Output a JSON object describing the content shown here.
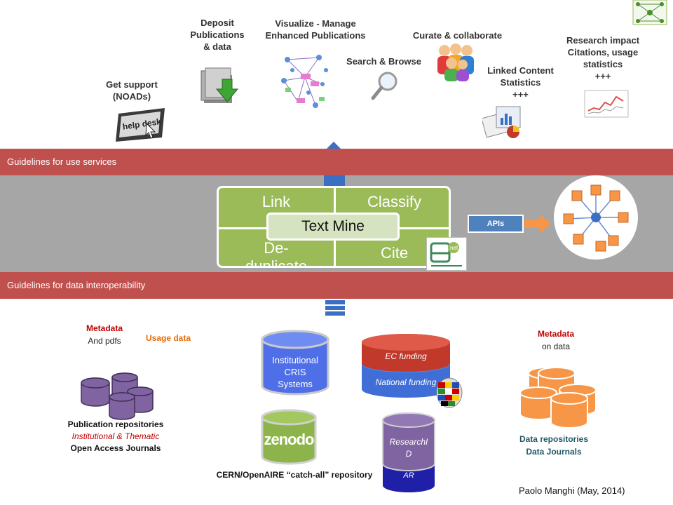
{
  "top_services": {
    "get_support": "Get support\n(NOADs)",
    "deposit": "Deposit\nPublications\n& data",
    "visualize": "Visualize - Manage\nEnhanced Publications",
    "search": "Search & Browse",
    "curate": "Curate & collaborate",
    "linked": "Linked Content\nStatistics\n+++",
    "impact": "Research impact\nCitations, usage\nstatistics\n+++",
    "helpdesk_text": "help desk"
  },
  "bands": {
    "use_services": "Guidelines for use services",
    "data_interop": "Guidelines for data interoperability"
  },
  "core": {
    "link": "Link",
    "classify": "Classify",
    "deduplicate": "De-\nduplicate",
    "cite": "Cite",
    "text_mine": "Text Mine",
    "apis": "APIs",
    "net_logo": "net"
  },
  "sources": {
    "metadata_left_title": "Metadata",
    "metadata_left_sub": "And pdfs",
    "usage_data": "Usage data",
    "pub_repos_1": "Publication repositories",
    "pub_repos_2": "Institutional & Thematic",
    "pub_repos_3": "Open Access Journals",
    "cris": "Institutional\nCRIS\nSystems",
    "ec_funding": "EC  funding",
    "national_funding": "National funding",
    "zenodo": "zenodo",
    "cern": "CERN/OpenAIRE “catch-all” repository",
    "researchid": "ResearchI\nD",
    "orcid_partial": "AR",
    "metadata_right_title": "Metadata",
    "metadata_right_sub": "on data",
    "data_repos_1": "Data repositories",
    "data_repos_2": "Data Journals"
  },
  "credit": "Paolo Manghi (May, 2014)",
  "colors": {
    "band_red": "#c0504d",
    "grid_green": "#9bbb59",
    "mid_gray": "#a6a6a6",
    "cris_blue": "#4f6fe8",
    "purple": "#8064a2",
    "orange": "#f79646",
    "navy": "#1f1fa8",
    "metadata_red": "#c00000",
    "usage_orange": "#e36c09"
  }
}
